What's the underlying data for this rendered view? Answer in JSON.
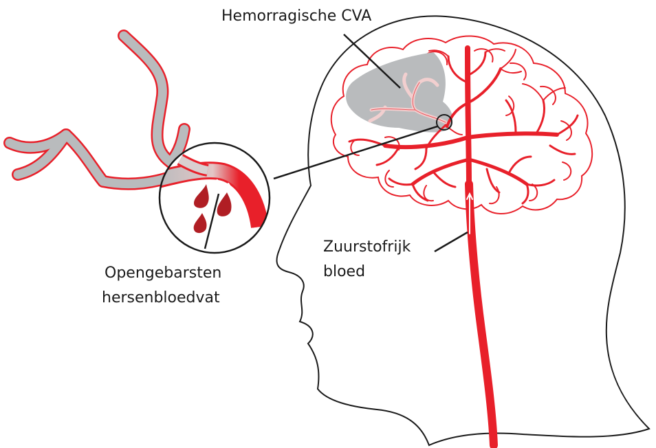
{
  "labels": {
    "hemorrhagic": "Hemorragische CVA",
    "ruptured_line1": "Opengebarsten",
    "ruptured_line2": "hersenbloedvat",
    "oxygen_line1": "Zuurstofrijk",
    "oxygen_line2": "bloed"
  },
  "colors": {
    "artery_red": "#e8202a",
    "bleed_gray": "#b9bbbd",
    "outline": "#1a1a1a",
    "blood_drop": "#b01e24"
  }
}
